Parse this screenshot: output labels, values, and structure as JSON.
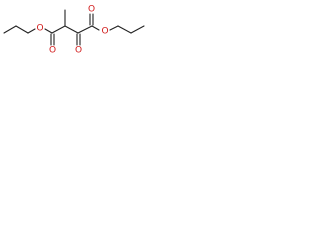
{
  "structure": {
    "atoms": [
      {
        "id": "o_ester_left",
        "symbol": "O"
      },
      {
        "id": "o_carbonyl_left",
        "symbol": "O"
      },
      {
        "id": "o_keto",
        "symbol": "O"
      },
      {
        "id": "o_ester_right",
        "symbol": "O"
      },
      {
        "id": "o_carbonyl_right",
        "symbol": "O"
      }
    ]
  },
  "colors": {
    "bond": "#222222",
    "oxygen": "#d11a1a",
    "background": "#ffffff"
  }
}
